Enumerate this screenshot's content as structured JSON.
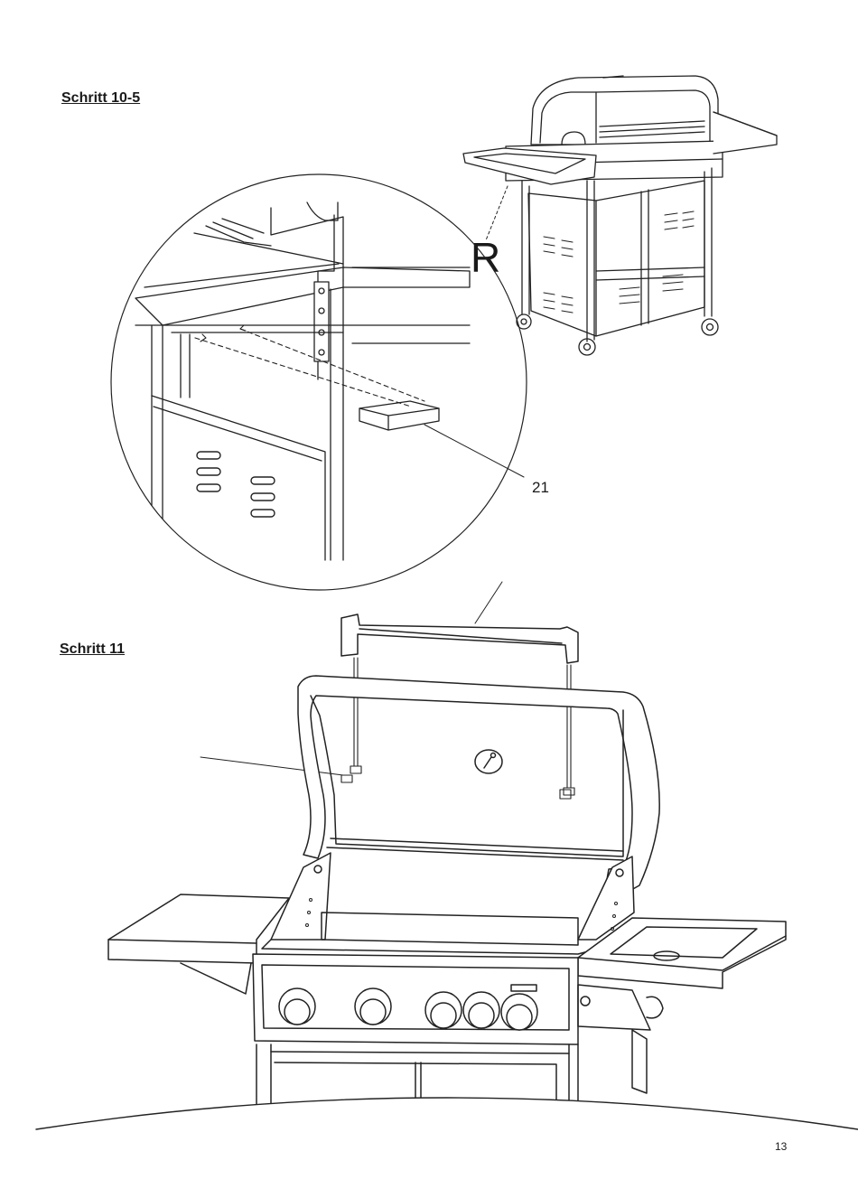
{
  "steps": {
    "step_10_5": {
      "heading": "Schritt 10-5"
    },
    "step_11": {
      "heading": "Schritt 11"
    }
  },
  "callouts": {
    "side": "R",
    "part_number": "21"
  },
  "page_number": "13"
}
